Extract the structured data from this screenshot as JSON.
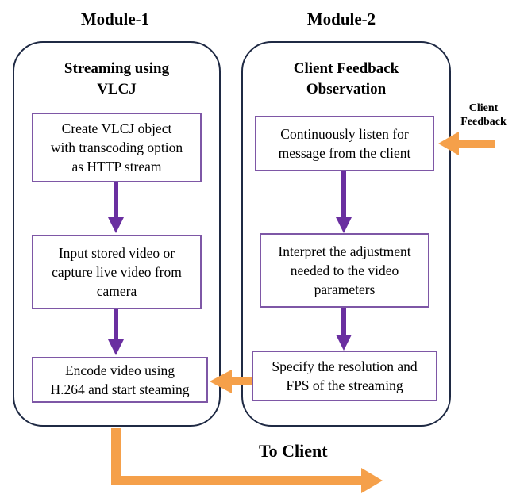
{
  "modules": [
    {
      "heading": "Module-1",
      "panel_title": "Streaming using\nVLCJ",
      "steps": [
        "Create VLCJ object\nwith transcoding option\nas HTTP stream",
        "Input stored video or\ncapture live video from\ncamera",
        "Encode video using\nH.264 and start steaming"
      ]
    },
    {
      "heading": "Module-2",
      "panel_title": "Client Feedback\nObservation",
      "steps": [
        "Continuously listen for\nmessage from the client",
        "Interpret the adjustment\nneeded to the video\nparameters",
        "Specify the resolution and\nFPS of the streaming"
      ]
    }
  ],
  "client_feedback_label": "Client\nFeedback",
  "to_client_label": "To Client",
  "colors": {
    "purple_arrow": "#6a2fa0",
    "orange_arrow": "#f5a04a",
    "box_border": "#7e57a6",
    "panel_border": "#1f2a44"
  }
}
